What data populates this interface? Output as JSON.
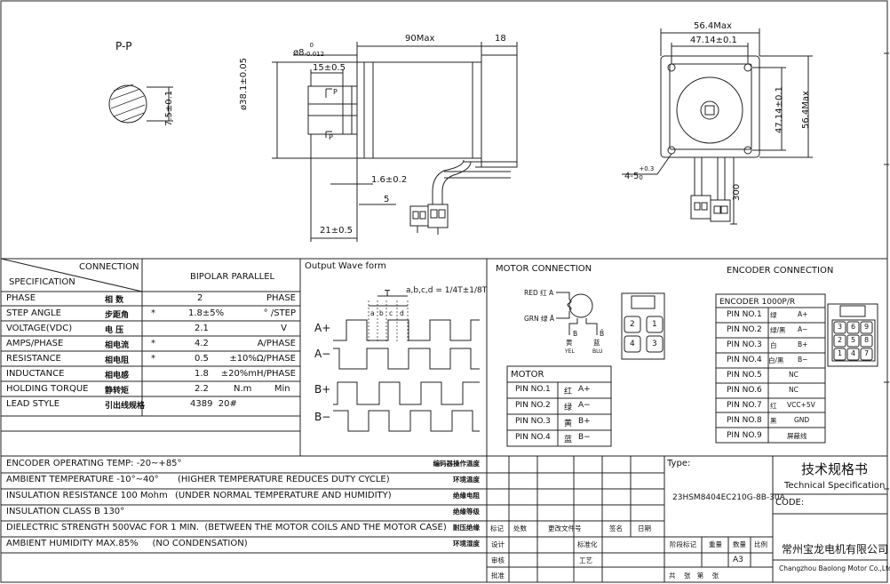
{
  "top": {
    "section_label": "P-P",
    "dim_shaft_dia_base": "ø8",
    "dim_shaft_dia_sup": "0",
    "dim_shaft_dia_sub": "-0.012",
    "dim_key_len": "15±0.5",
    "dim_pilot": "ø38.1±0.05",
    "dim_body_len": "90Max",
    "dim_rear": "18",
    "dim_flange": "1.6±0.2",
    "dim_5": "5",
    "dim_shaft_len": "21±0.5",
    "dim_flat": "7.5±0.1",
    "p_mark": "P",
    "dim_square": "56.4Max",
    "dim_holes": "47.14±0.1",
    "dim_holes_v": "47.14±0.1",
    "dim_square_v": "56.4Max",
    "dim_hole_size": "4-5",
    "dim_hole_sup": "+0.3",
    "dim_hole_sub": "0",
    "dim_lead": "300"
  },
  "spec": {
    "connection_header": "CONNECTION",
    "specification_header": "SPECIFICATION",
    "bipolar": "BIPOLAR PARALLEL",
    "rows": [
      {
        "name": "PHASE",
        "cn": "相 数",
        "star": "",
        "value": "2",
        "unit": "PHASE"
      },
      {
        "name": "STEP ANGLE",
        "cn": "步距角",
        "star": "*",
        "value": "1.8±5%",
        "unit": "° /STEP"
      },
      {
        "name": "VOLTAGE(VDC)",
        "cn": "电 压",
        "star": "",
        "value": "2.1",
        "unit": "V"
      },
      {
        "name": "AMPS/PHASE",
        "cn": "相电流",
        "star": "*",
        "value": "4.2",
        "unit": "A/PHASE"
      },
      {
        "name": "RESISTANCE",
        "cn": "相电阻",
        "star": "*",
        "value": "0.5",
        "unit": "±10%Ω/PHASE"
      },
      {
        "name": "INDUCTANCE",
        "cn": "相电感",
        "star": "",
        "value": "1.8",
        "unit": "±20%mH/PHASE"
      },
      {
        "name": "HOLDING TORQUE",
        "cn": "静转矩",
        "star": "",
        "value": "2.2",
        "unit": "N.m        Min"
      },
      {
        "name": "LEAD STYLE",
        "cn": "引出线规格",
        "star": "",
        "value": "4389  20#",
        "unit": ""
      }
    ]
  },
  "wave": {
    "title": "Output Wave form",
    "formula": "a,b,c,d = 1/4T±1/8T",
    "t_label": "T",
    "abcd": [
      "a",
      "b",
      "c",
      "d"
    ],
    "channels": [
      "A+",
      "A−",
      "B+",
      "B−"
    ]
  },
  "motor_conn": {
    "title": "MOTOR CONNECTION",
    "red": "RED 红 A",
    "grn": "GRN 绿 Ā",
    "yel_cn": "黄",
    "yel": "YEL",
    "blu_cn": "蓝",
    "blu": "BLU",
    "b_lbl": "B",
    "bbar_lbl": "B̄",
    "connector_pins": [
      "2",
      "1",
      "4",
      "3"
    ],
    "motor_label": "MOTOR",
    "pins": [
      {
        "pin": "PIN NO.1",
        "color": "红",
        "sig": "A+"
      },
      {
        "pin": "PIN NO.2",
        "color": "绿",
        "sig": "A−"
      },
      {
        "pin": "PIN NO.3",
        "color": "黄",
        "sig": "B+"
      },
      {
        "pin": "PIN NO.4",
        "color": "蓝",
        "sig": "B−"
      }
    ]
  },
  "encoder": {
    "title": "ENCODER CONNECTION",
    "header": "ENCODER 1000P/R",
    "pins": [
      {
        "pin": "PIN NO.1",
        "color": "绿",
        "sig": "A+"
      },
      {
        "pin": "PIN NO.2",
        "color": "绿/黑",
        "sig": "A−"
      },
      {
        "pin": "PIN NO.3",
        "color": "白",
        "sig": "B+"
      },
      {
        "pin": "PIN NO.4",
        "color": "白/黑",
        "sig": "B−"
      },
      {
        "pin": "PIN NO.5",
        "color": "",
        "sig": "NC"
      },
      {
        "pin": "PIN NO.6",
        "color": "",
        "sig": "NC"
      },
      {
        "pin": "PIN NO.7",
        "color": "红",
        "sig": "VCC+5V"
      },
      {
        "pin": "PIN NO.8",
        "color": "黑",
        "sig": "GND"
      },
      {
        "pin": "PIN NO.9",
        "color": "",
        "sig": "屏蔽线"
      }
    ],
    "connector_pins": [
      "3",
      "6",
      "9",
      "2",
      "5",
      "8",
      "1",
      "4",
      "7"
    ]
  },
  "env": {
    "rows": [
      {
        "en": "ENCODER OPERATING TEMP: -20~+85°",
        "mid": "",
        "cn": "编码器操作温度"
      },
      {
        "en": "AMBIENT TEMPERATURE -10°~40°",
        "mid": "(HIGHER TEMPERATURE REDUCES DUTY CYCLE)",
        "cn": "环境温度"
      },
      {
        "en": "INSULATION RESISTANCE 100 Mohm",
        "mid": "(UNDER NORMAL TEMPERATURE AND HUMIDITY)",
        "cn": "绝缘电阻"
      },
      {
        "en": "INSULATION CLASS B 130°",
        "mid": "",
        "cn": "绝缘等级"
      },
      {
        "en": "DIELECTRIC STRENGTH 500VAC FOR 1 MIN.  (BETWEEN THE MOTOR COILS AND THE MOTOR CASE)",
        "mid": "",
        "cn": "耐压绝缘"
      },
      {
        "en": "AMBIENT HUMIDITY MAX.85%     (NO CONDENSATION)",
        "mid": "",
        "cn": "环境湿度"
      }
    ]
  },
  "title_block": {
    "rev_labels": [
      "标记",
      "处数",
      "更改文件号",
      "签名",
      "日期"
    ],
    "sign_rows": [
      "设计",
      "审核",
      "批准"
    ],
    "std_labels": [
      "标准化",
      "工艺"
    ],
    "type_label": "Type:",
    "type_value": "23HSM8404EC210G-8B-30A",
    "doc_cn": "技术规格书",
    "doc_en": "Technical Specification",
    "code_label": "CODE:",
    "stage": "阶段标记",
    "weight": "重量",
    "qty": "数量",
    "scale": "比例",
    "size": "A3",
    "sheets": "共    张   第    张",
    "company_cn": "常州宝龙电机有限公司",
    "company_en": "Changzhou Baolong Motor Co.,Ltd"
  }
}
